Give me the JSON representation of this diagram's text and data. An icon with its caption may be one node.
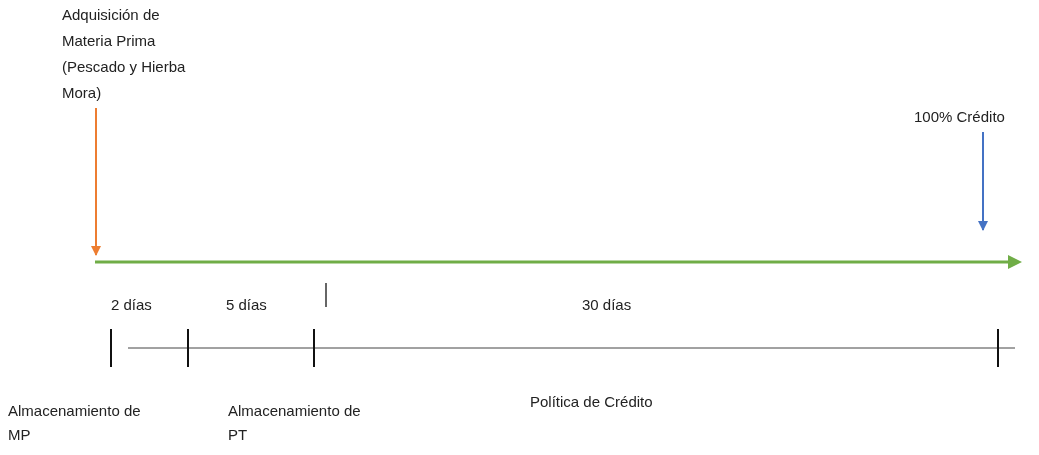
{
  "diagram": {
    "nodes": [
      {
        "text": [
          "Adquisición de Materia Prima (Pescado y Hierba Mora)"
        ]
      },
      {
        "text": [
          "100% Crédito"
        ]
      }
    ],
    "edges": [
      {
        "from": 0,
        "to": null,
        "arrow": "to",
        "color": "#ed7d31"
      },
      {
        "from": 1,
        "to": null,
        "arrow": "to",
        "color": "#4472c4"
      }
    ],
    "labels": [
      "2 días",
      "5 días",
      "30 días",
      "Almacenamiento de MP",
      "Almacenamiento de PT",
      "Política de Crédito"
    ]
  }
}
